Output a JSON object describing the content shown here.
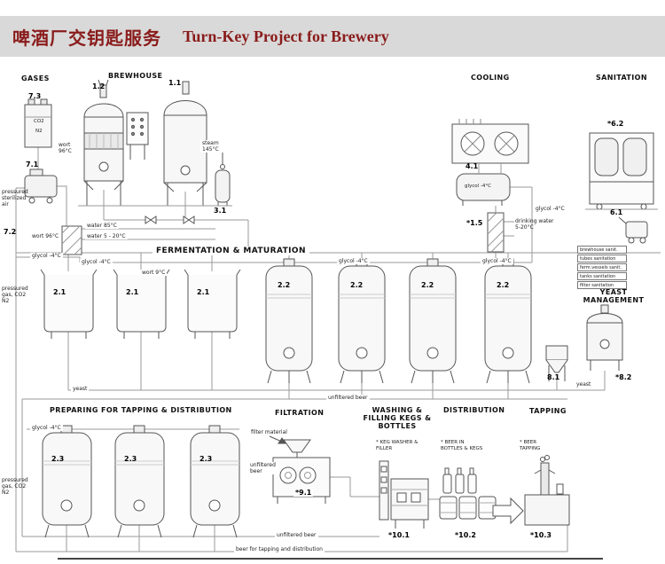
{
  "title": {
    "zh": "啤酒厂交钥匙服务",
    "en": "Turn-Key Project for Brewery"
  },
  "sections": {
    "gases": "GASES",
    "brewhouse": "BREWHOUSE",
    "cooling": "COOLING",
    "sanitation": "SANITATION",
    "fermentation": "FERMENTATION & MATURATION",
    "yeast_management": "YEAST MANAGEMENT",
    "preparing": "PREPARING FOR TAPPING & DISTRIBUTION",
    "filtration": "FILTRATION",
    "washing": "WASHING & FILLING KEGS & BOTTLES",
    "distribution": "DISTRIBUTION",
    "tapping": "TAPPING"
  },
  "components": {
    "c7_3": "7.3",
    "c1_2": "1.2",
    "c1_1": "1.1",
    "c7_1": "7.1",
    "c7_2": "7.2",
    "c3_1": "3.1",
    "c4_1": "4.1",
    "c1_5": "*1.5",
    "c6_2": "*6.2",
    "c6_1": "6.1",
    "c2_1": "2.1",
    "c2_2": "2.2",
    "c8_1": "8.1",
    "c8_2": "*8.2",
    "c2_3": "2.3",
    "c9_1": "*9.1",
    "c10_1": "*10.1",
    "c10_2": "*10.2",
    "c10_3": "*10.3"
  },
  "annotations": {
    "co2": "CO2",
    "n2": "N2",
    "wort96": "wort 96°C",
    "wort9": "wort 9°C",
    "steam145": "steam 145°C",
    "air": "pressured sterilized air",
    "water85": "water 85°C",
    "water520": "water 5 - 20°C",
    "glycol": "glycol -4°C",
    "drinking": "drinking water 5-20°C",
    "yeast": "yeast",
    "unfiltered": "unfiltered beer",
    "gas": "pressured gas, CO2 N2",
    "filter_material": "filter material",
    "beer_tapping_line": "beer for tapping and distribution",
    "keg_washer": "* KEG WASHER & FILLER",
    "bottles_kegs": "* BEER IN BOTTLES & KEGS",
    "beer_tapping": "* BEER TAPPING"
  },
  "sanitation_list": [
    "brewhouse sanit.",
    "tubes sanitation",
    "ferm.vessels sanit.",
    "tanks sanitation",
    "filter sanitation"
  ]
}
